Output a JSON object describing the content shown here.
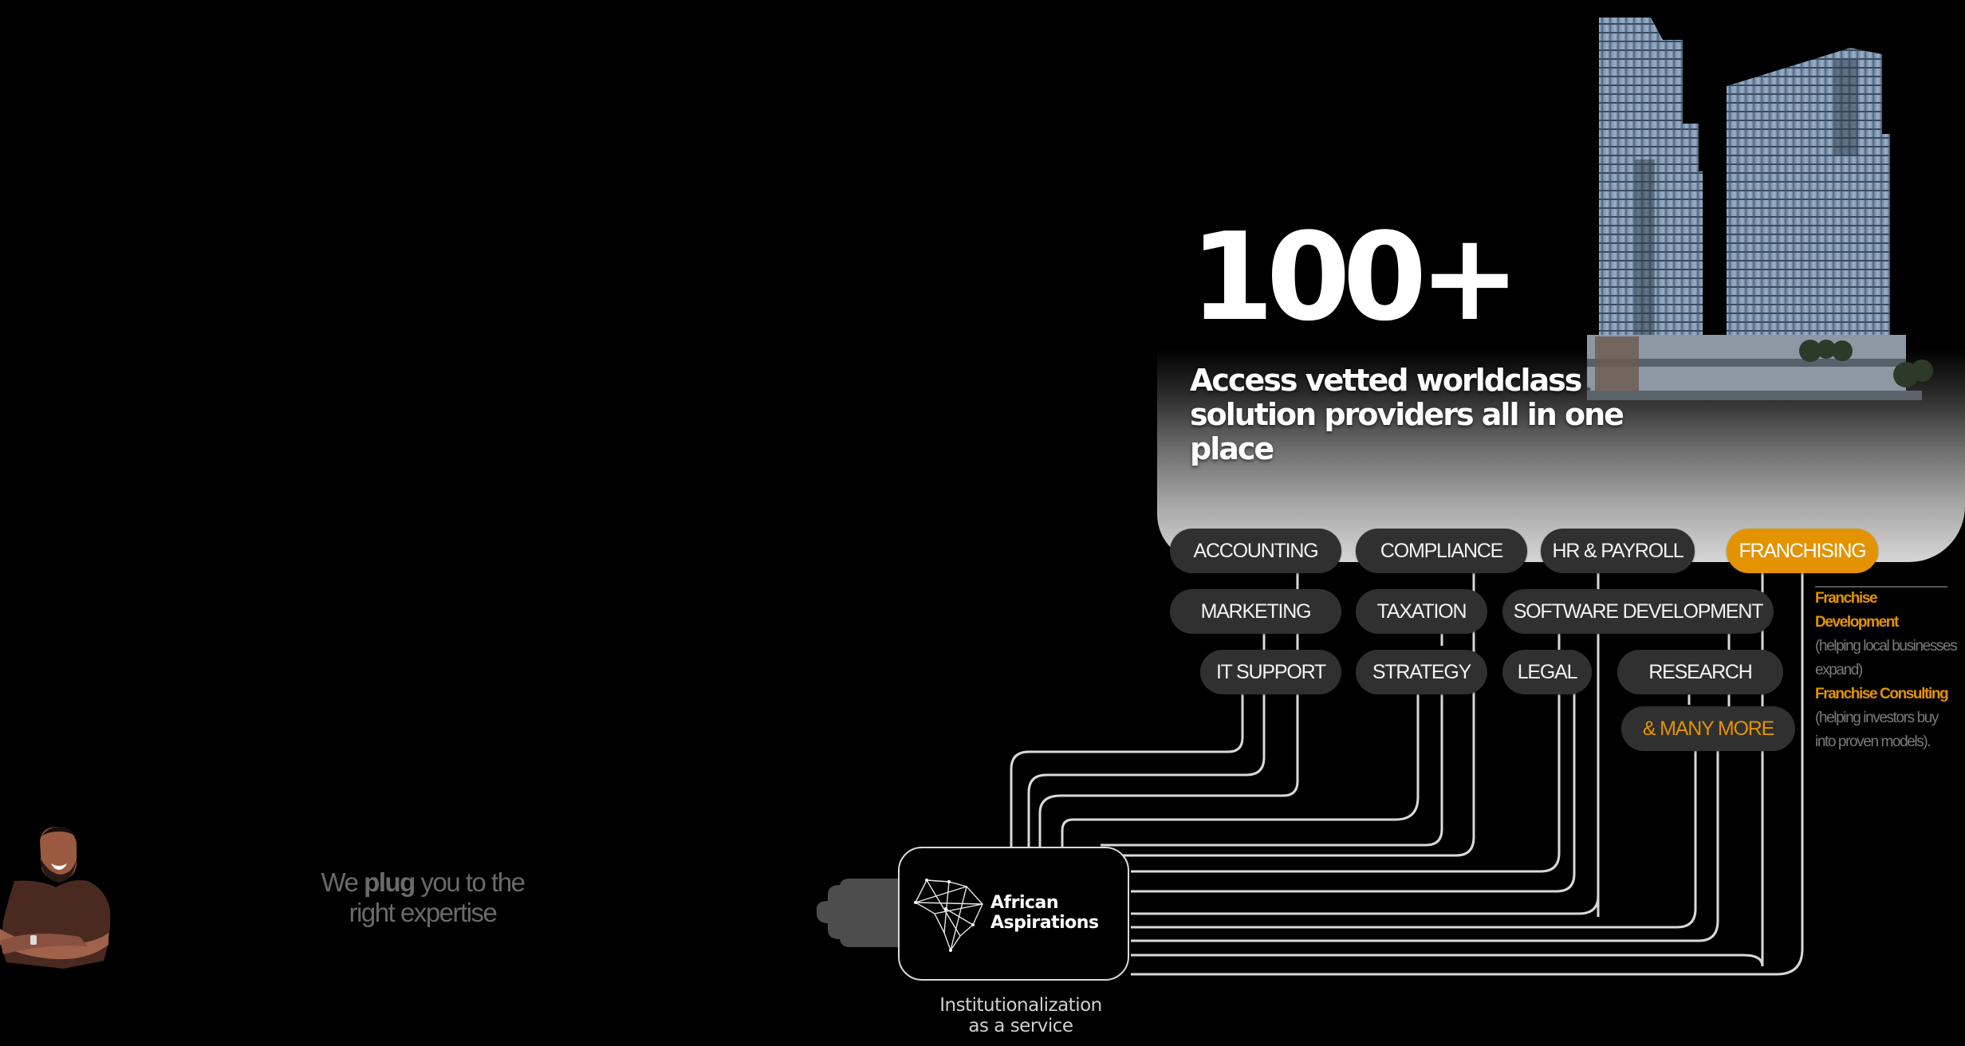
{
  "hero": {
    "number": "100+",
    "subtitle": "Access vetted worldclass\nsolution providers all in one\nplace"
  },
  "services": [
    {
      "label": "ACCOUNTING",
      "style": "default"
    },
    {
      "label": "COMPLIANCE",
      "style": "default"
    },
    {
      "label": "HR & PAYROLL",
      "style": "default"
    },
    {
      "label": "FRANCHISING",
      "style": "accent"
    },
    {
      "label": "MARKETING",
      "style": "default"
    },
    {
      "label": "TAXATION",
      "style": "default"
    },
    {
      "label": "SOFTWARE DEVELOPMENT",
      "style": "default"
    },
    {
      "label": "IT SUPPORT",
      "style": "default"
    },
    {
      "label": "STRATEGY",
      "style": "default"
    },
    {
      "label": "LEGAL",
      "style": "default"
    },
    {
      "label": "RESEARCH",
      "style": "default"
    },
    {
      "label": "& MANY MORE",
      "style": "more"
    }
  ],
  "franchise_note": {
    "items": [
      {
        "title": "Franchise Development",
        "desc": "(helping local businesses expand)"
      },
      {
        "title": "Franchise Consulting",
        "desc": "(helping investors buy into proven models)."
      }
    ]
  },
  "hub": {
    "brand": "African\nAspirations",
    "tagline": "Institutionalization\nas a service"
  },
  "plug_message": {
    "prefix": "We ",
    "emphasis": "plug",
    "suffix": " you to the right expertise"
  },
  "colors": {
    "accent": "#e39300",
    "pill_bg": "#303030",
    "wire": "#d9d9d9",
    "muted_text": "#6a6a6a"
  }
}
